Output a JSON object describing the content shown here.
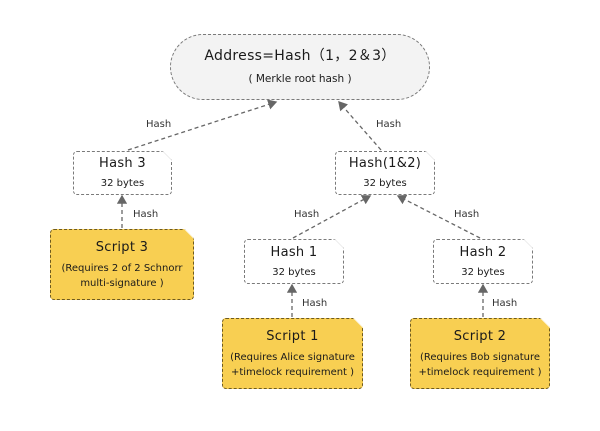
{
  "root": {
    "title": "Address=Hash（1，2＆3）",
    "subtitle": "( Merkle root hash )"
  },
  "hash3": {
    "title": "Hash 3",
    "size": "32 bytes"
  },
  "hash12": {
    "title": "Hash(1&2)",
    "size": "32 bytes"
  },
  "hash1": {
    "title": "Hash 1",
    "size": "32 bytes"
  },
  "hash2": {
    "title": "Hash 2",
    "size": "32 bytes"
  },
  "script3": {
    "title": "Script 3",
    "line1": "(Requires 2 of 2 Schnorr",
    "line2": "multi-signature )"
  },
  "script1": {
    "title": "Script 1",
    "line1": "(Requires Alice signature",
    "line2": "+timelock requirement )"
  },
  "script2": {
    "title": "Script 2",
    "line1": "(Requires Bob signature",
    "line2": "+timelock requirement )"
  },
  "edge_label": "Hash",
  "colors": {
    "script_fill": "#f8cf52",
    "root_fill": "#f3f3f3",
    "edge": "#666666"
  }
}
